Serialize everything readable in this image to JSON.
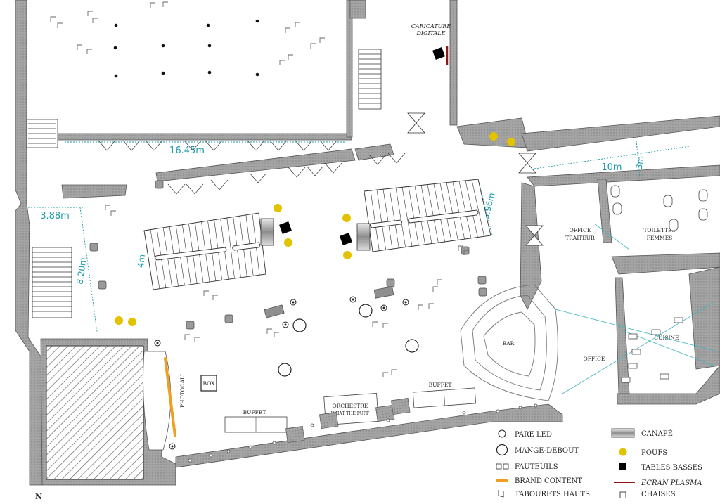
{
  "plan": {
    "zones": {
      "caricature_line1": "CARICATURE",
      "caricature_line2": "DIGITALE",
      "office_traiteur_line1": "OFFICE",
      "office_traiteur_line2": "TRAITEUR",
      "toilettes_line1": "TOILETTES",
      "toilettes_line2": "FEMMES",
      "cuisine": "CUISINE",
      "office": "OFFICE",
      "bar": "BAR",
      "box": "BOX",
      "photocall": "PHOTOCALL",
      "buffet_left": "BUFFET",
      "buffet_right": "BUFFET",
      "orchestre_line1": "ORCHESTRE",
      "orchestre_line2": "WHAT THE PUFF"
    },
    "dimensions": {
      "d1": "16.45m",
      "d2": "3.88m",
      "d3": "8.20m",
      "d4": "4m",
      "d5": "3.96m",
      "d6": "10m",
      "d7": "3m"
    },
    "north": "N",
    "colors": {
      "wall": "#9e9e9e",
      "dimension": "#1a9aa8",
      "pouf": "#e3c200",
      "brand": "#f0a020",
      "screen": "#8b1a1a"
    }
  },
  "legend": {
    "left": [
      {
        "icon": "pare-led-icon",
        "label": "PARE LED"
      },
      {
        "icon": "mange-debout-icon",
        "label": "MANGE-DEBOUT"
      },
      {
        "icon": "fauteuils-icon",
        "label": "FAUTEUILS"
      },
      {
        "icon": "brand-content-icon",
        "label": "BRAND CONTENT"
      },
      {
        "icon": "tabourets-hauts-icon",
        "label": "TABOURETS HAUTS"
      }
    ],
    "right": [
      {
        "icon": "canape-icon",
        "label": "CANAPÉ"
      },
      {
        "icon": "poufs-icon",
        "label": "POUFS"
      },
      {
        "icon": "tables-basses-icon",
        "label": "TABLES BASSES"
      },
      {
        "icon": "ecran-plasma-icon",
        "label": "ÉCRAN PLASMA"
      },
      {
        "icon": "chaises-icon",
        "label": "CHAISES"
      }
    ]
  }
}
